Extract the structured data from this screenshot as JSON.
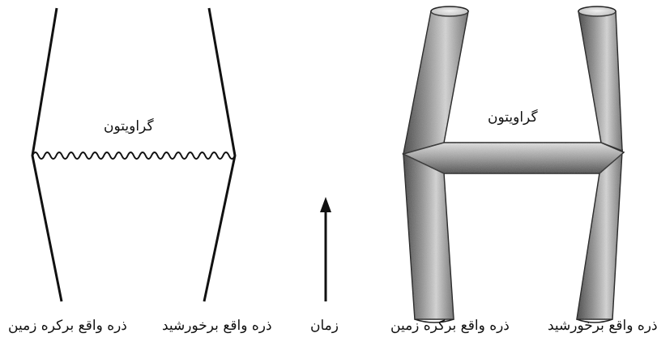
{
  "left_diagram": {
    "exchange_label": "گراویتون",
    "particle_earth_label": "ذره واقع برکره زمین",
    "particle_sun_label": "ذره واقع برخورشید"
  },
  "time_axis": {
    "label": "زمان"
  },
  "right_diagram": {
    "exchange_label": "گراویتون",
    "particle_earth_label": "ذره واقع برکره زمین",
    "particle_sun_label": "ذره واقع برخورشید"
  },
  "colors": {
    "ink": "#111111",
    "tube_light": "#dcdcdc",
    "tube_dark": "#3a3a3a"
  }
}
